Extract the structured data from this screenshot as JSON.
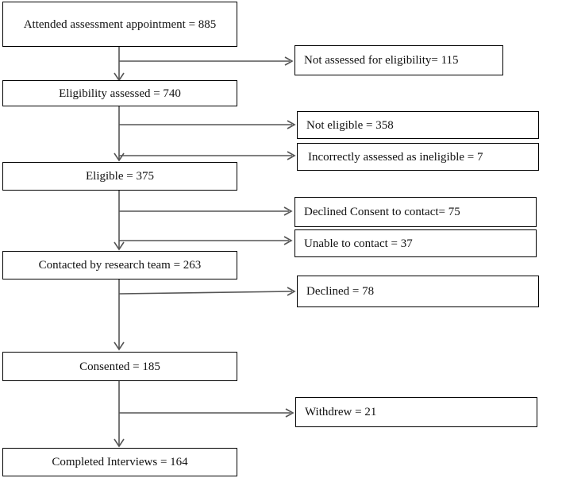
{
  "main_boxes": [
    {
      "id": "attended",
      "text": "Attended assessment appointment = 885"
    },
    {
      "id": "assessed",
      "text": "Eligibility assessed = 740"
    },
    {
      "id": "eligible",
      "text": "Eligible = 375"
    },
    {
      "id": "contacted",
      "text": "Contacted by research team = 263"
    },
    {
      "id": "consented",
      "text": "Consented = 185"
    },
    {
      "id": "completed",
      "text": "Completed Interviews = 164"
    }
  ],
  "side_boxes": [
    {
      "id": "not-assessed",
      "text": "Not assessed for eligibility= 115"
    },
    {
      "id": "not-eligible",
      "text": "Not eligible = 358"
    },
    {
      "id": "incorrectly-ineligible",
      "text": "Incorrectly assessed as ineligible = 7"
    },
    {
      "id": "declined-consent",
      "text": "Declined Consent to contact= 75"
    },
    {
      "id": "unable-contact",
      "text": "Unable to contact = 37"
    },
    {
      "id": "declined",
      "text": "Declined = 78"
    },
    {
      "id": "withdrew",
      "text": "Withdrew = 21"
    }
  ]
}
